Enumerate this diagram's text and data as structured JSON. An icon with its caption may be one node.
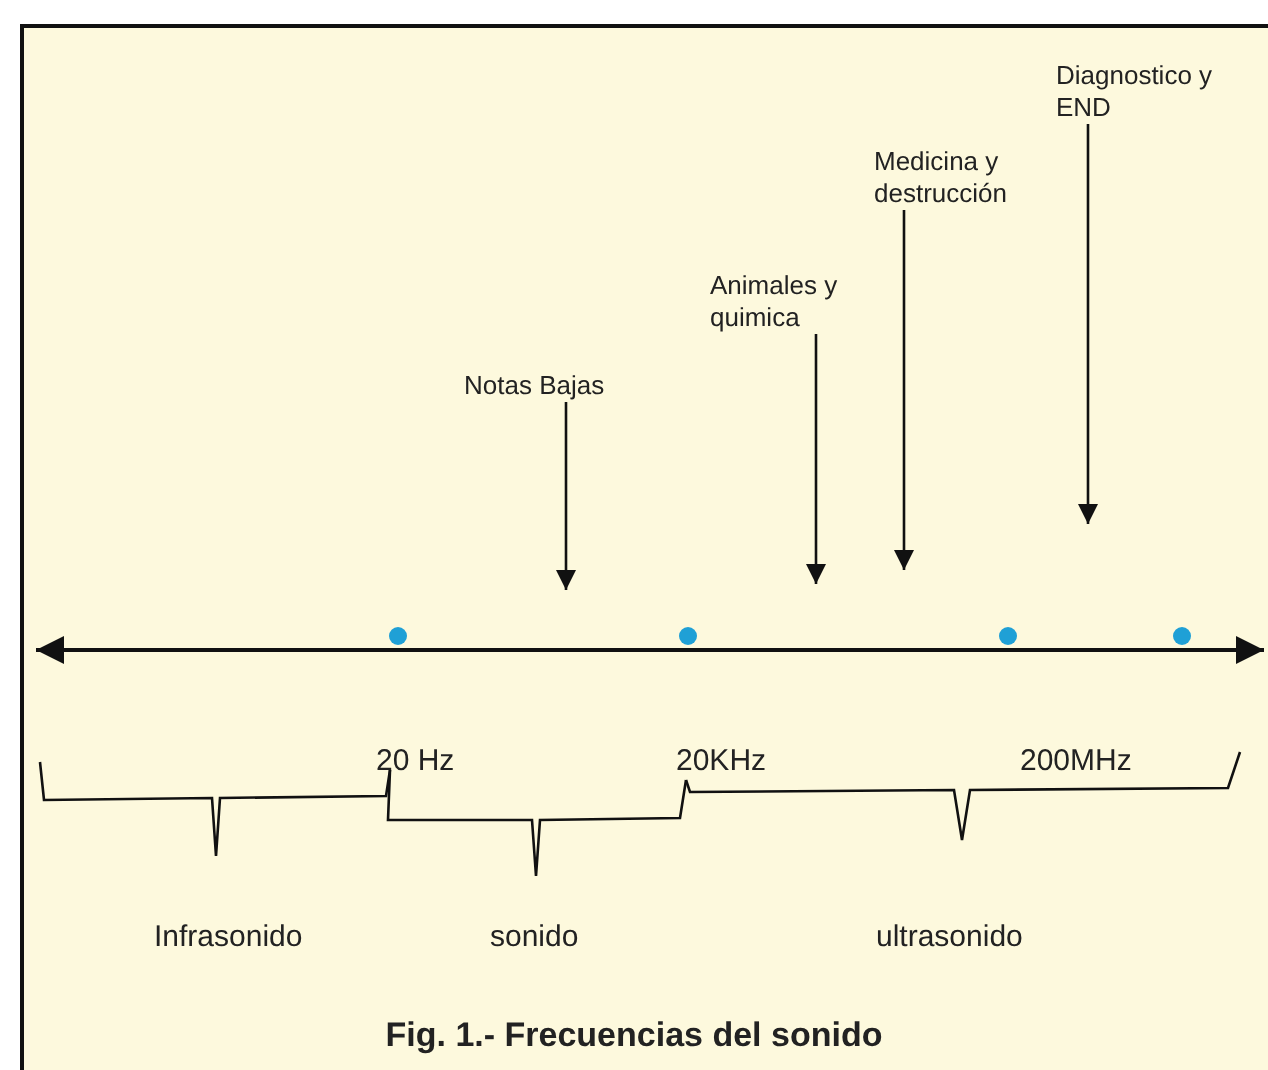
{
  "diagram": {
    "caption": "Fig. 1.- Frecuencias del sonido",
    "nodes": [
      {
        "text": [
          "Diagnostico y END"
        ]
      },
      {
        "text": [
          "Medicina y destrucción"
        ]
      },
      {
        "text": [
          "Animales y quimica"
        ]
      },
      {
        "text": [
          "Notas Bajas"
        ]
      }
    ],
    "edges": [
      {
        "from": 3,
        "to": null,
        "arrow": "to"
      },
      {
        "from": 2,
        "to": null,
        "arrow": "to"
      },
      {
        "from": 1,
        "to": null,
        "arrow": "to"
      },
      {
        "from": 0,
        "to": null,
        "arrow": "to"
      }
    ],
    "labels": [
      "20 Hz",
      "20KHz",
      "200MHz",
      "Infrasonido",
      "sonido",
      "ultrasonido"
    ]
  }
}
